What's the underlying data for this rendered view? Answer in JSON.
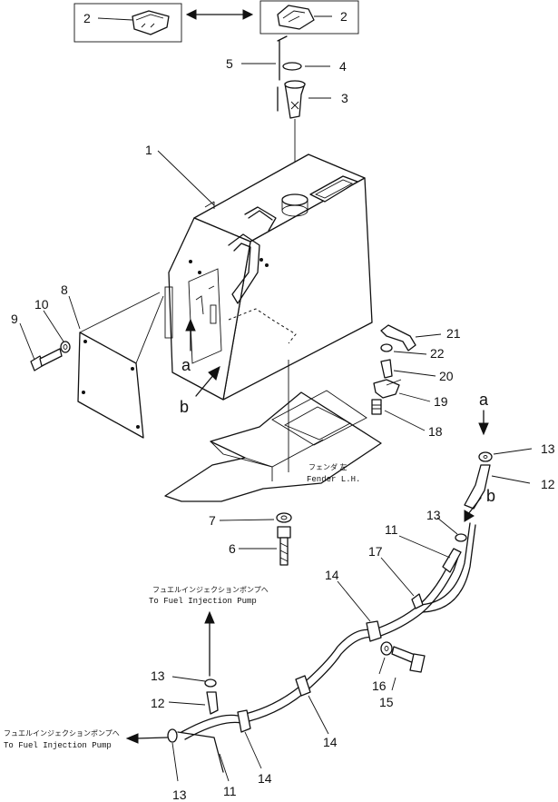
{
  "callouts": {
    "c1": "1",
    "c2a": "2",
    "c2b": "2",
    "c3": "3",
    "c4": "4",
    "c5": "5",
    "c6": "6",
    "c7": "7",
    "c8": "8",
    "c9": "9",
    "c10": "10",
    "c11a": "11",
    "c11b": "11",
    "c12a": "12",
    "c12b": "12",
    "c13a": "13",
    "c13b": "13",
    "c13c": "13",
    "c13d": "13",
    "c14a": "14",
    "c14b": "14",
    "c14c": "14",
    "c15": "15",
    "c16": "16",
    "c17": "17",
    "c18": "18",
    "c19": "19",
    "c20": "20",
    "c21": "21",
    "c22": "22"
  },
  "view_markers": {
    "a1": "a",
    "b1": "b",
    "a2": "a",
    "b2": "b"
  },
  "notes": {
    "fender_jp": "フェンダ 左",
    "fender_en": "Fender L.H.",
    "pump_top_jp": "フュエルインジェクションポンプへ",
    "pump_top_en": "To Fuel Injection Pump",
    "pump_left_jp": "フュエルインジェクションポンプへ",
    "pump_left_en": "To Fuel Injection Pump"
  }
}
